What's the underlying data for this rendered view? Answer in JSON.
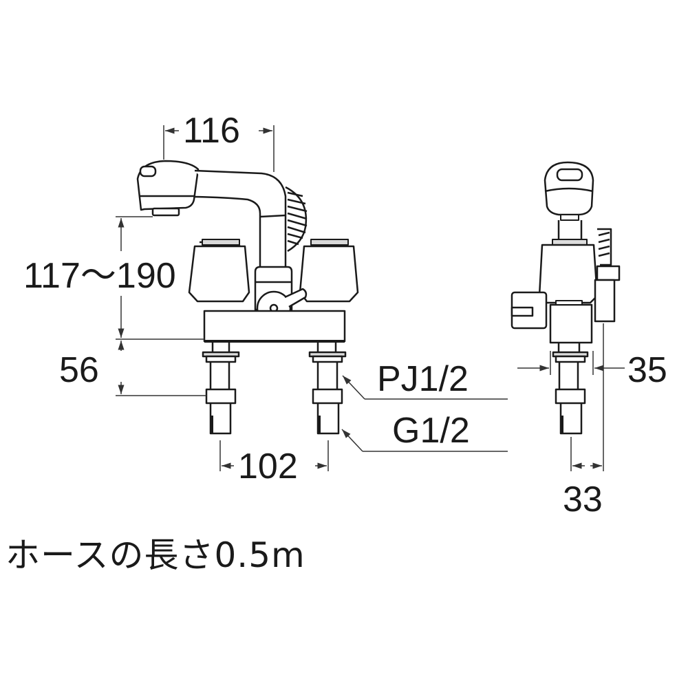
{
  "drawing": {
    "subject": "Two-handle faucet with pull-out shower head",
    "views": [
      "front-view",
      "side-view"
    ]
  },
  "dimensions": {
    "spout_reach": "116",
    "spout_height": "117～190",
    "body_height": "56",
    "center_distance": "102",
    "thread_upper": "PJ1/2",
    "thread_lower": "G1/2",
    "side_offset": "35",
    "side_depth": "33"
  },
  "caption": {
    "hose_length": "ホースの長さ0.5m"
  },
  "colors": {
    "line": "#1a1a1a",
    "dim_line": "#333333",
    "background": "#ffffff"
  }
}
